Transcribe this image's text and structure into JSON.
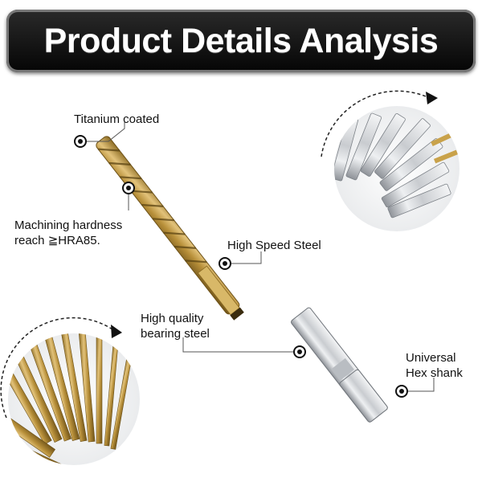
{
  "header": {
    "title": "Product Details Analysis"
  },
  "callouts": {
    "titanium": "Titanium coated",
    "hardness_line1": "Machining hardness",
    "hardness_line2": "reach ≧HRA85.",
    "hss": "High Speed Steel",
    "bearing_line1": "High quality",
    "bearing_line2": "bearing steel",
    "hex_line1": "Universal",
    "hex_line2": "Hex shank"
  },
  "colors": {
    "gold": "#c9a24a",
    "silver": "#d4d6d8",
    "banner": "#111111"
  }
}
